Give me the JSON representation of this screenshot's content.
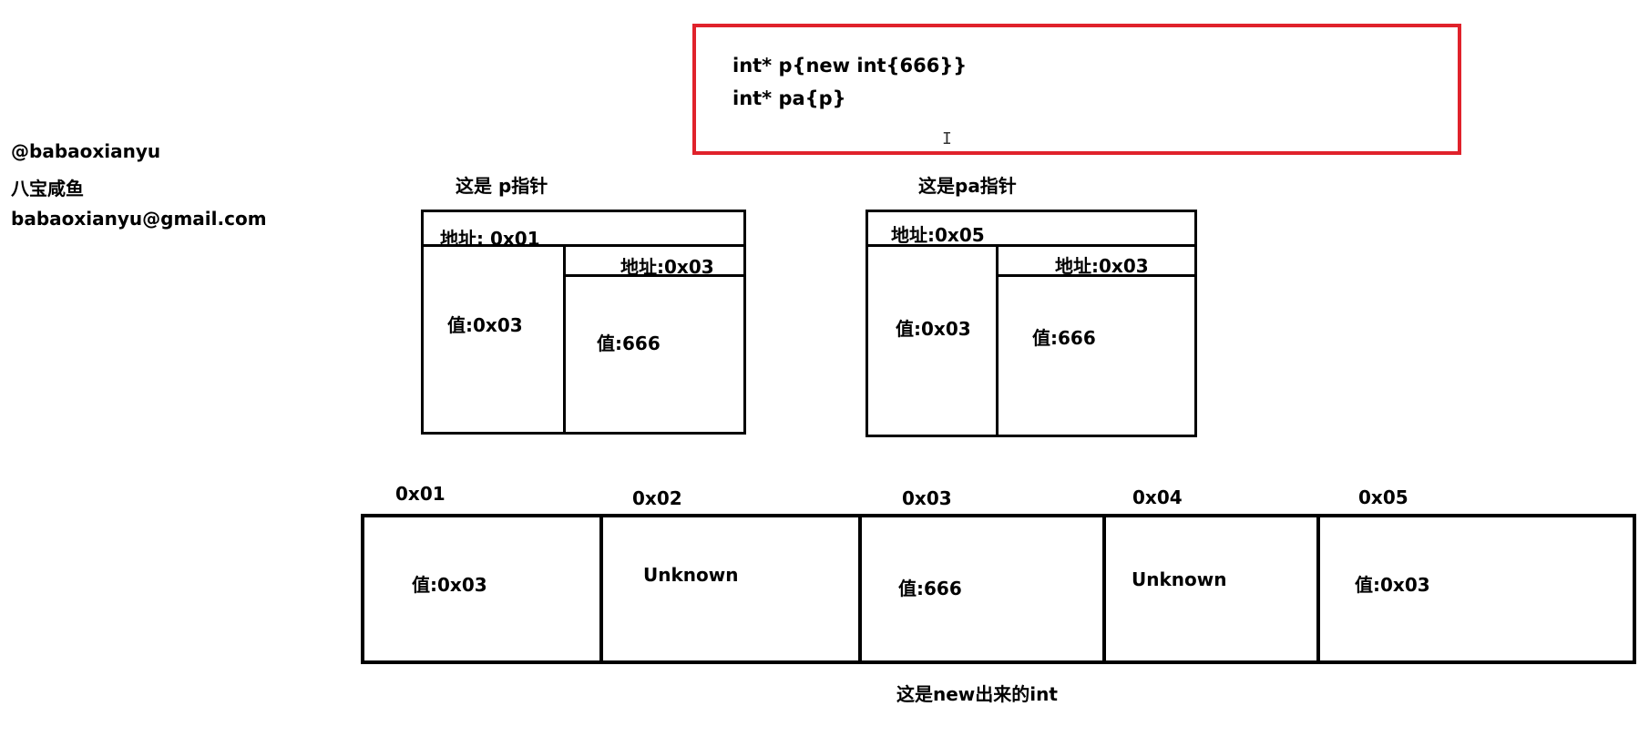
{
  "author": {
    "handle": "@babaoxianyu",
    "name": "八宝咸鱼",
    "email": "babaoxianyu@gmail.com"
  },
  "code": {
    "line1": "int* p{new int{666}}",
    "line2": "int* pa{p}",
    "cursor_glyph": "I"
  },
  "p_pointer": {
    "title": "这是 p指针",
    "address": "地址: 0x01",
    "value": "值:0x03",
    "target_address": "地址:0x03",
    "target_value": "值:666"
  },
  "pa_pointer": {
    "title": "这是pa指针",
    "address": "地址:0x05",
    "value": "值:0x03",
    "target_address": "地址:0x03",
    "target_value": "值:666"
  },
  "memory": {
    "cells": [
      {
        "address": "0x01",
        "value": "值:0x03"
      },
      {
        "address": "0x02",
        "value": "Unknown"
      },
      {
        "address": "0x03",
        "value": "值:666"
      },
      {
        "address": "0x04",
        "value": "Unknown"
      },
      {
        "address": "0x05",
        "value": "值:0x03"
      }
    ],
    "caption": "这是new出来的int"
  }
}
